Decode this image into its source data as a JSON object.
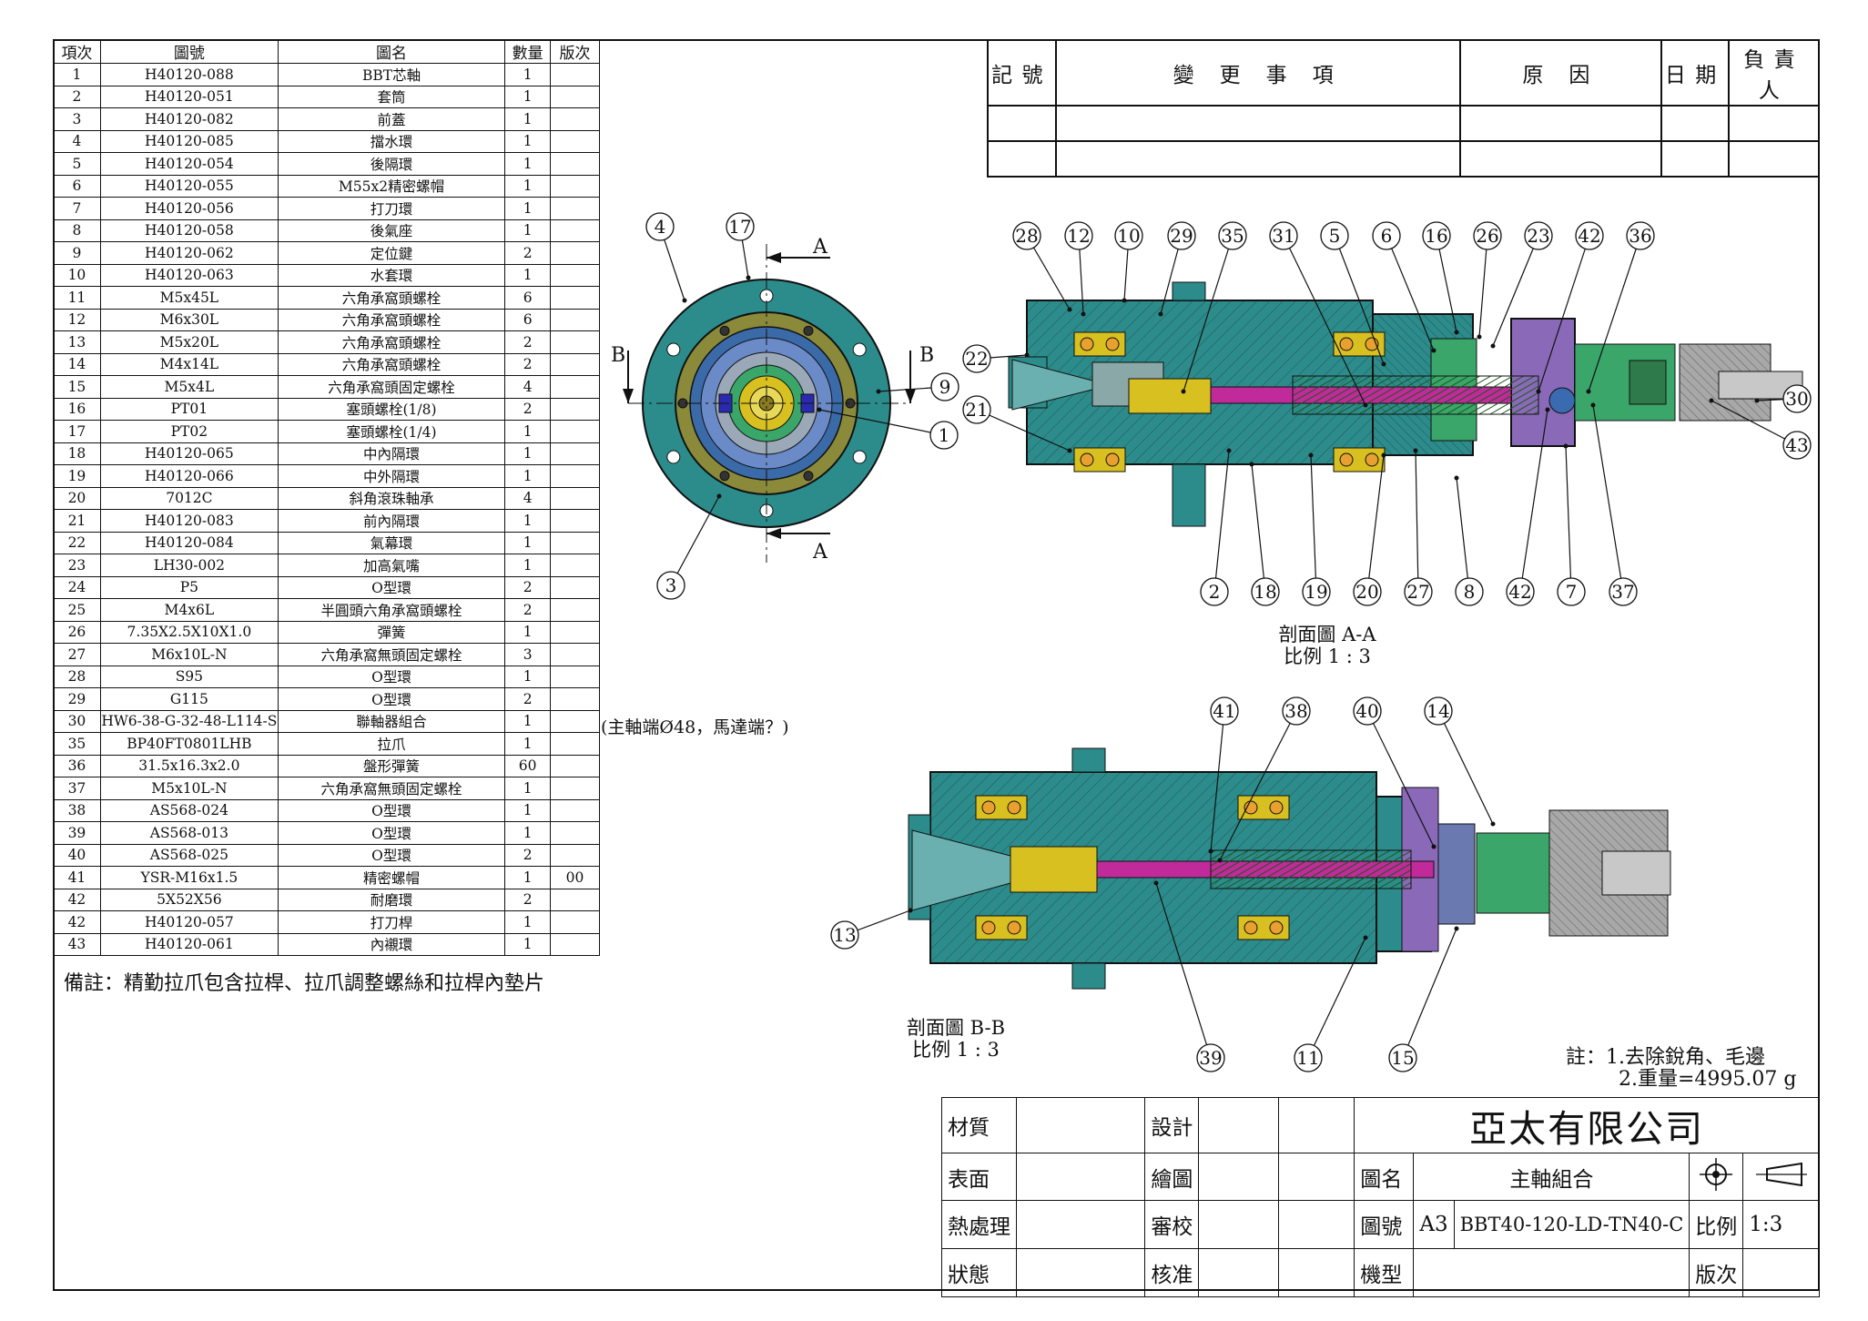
{
  "bom": {
    "headers": [
      "項次",
      "圖號",
      "圖名",
      "數量",
      "版次"
    ],
    "rows": [
      [
        "1",
        "H40120-088",
        "BBT芯軸",
        "1",
        ""
      ],
      [
        "2",
        "H40120-051",
        "套筒",
        "1",
        ""
      ],
      [
        "3",
        "H40120-082",
        "前蓋",
        "1",
        ""
      ],
      [
        "4",
        "H40120-085",
        "擋水環",
        "1",
        ""
      ],
      [
        "5",
        "H40120-054",
        "後隔環",
        "1",
        ""
      ],
      [
        "6",
        "H40120-055",
        "M55x2精密螺帽",
        "1",
        ""
      ],
      [
        "7",
        "H40120-056",
        "打刀環",
        "1",
        ""
      ],
      [
        "8",
        "H40120-058",
        "後氣座",
        "1",
        ""
      ],
      [
        "9",
        "H40120-062",
        "定位鍵",
        "2",
        ""
      ],
      [
        "10",
        "H40120-063",
        "水套環",
        "1",
        ""
      ],
      [
        "11",
        "M5x45L",
        "六角承窩頭螺栓",
        "6",
        ""
      ],
      [
        "12",
        "M6x30L",
        "六角承窩頭螺栓",
        "6",
        ""
      ],
      [
        "13",
        "M5x20L",
        "六角承窩頭螺栓",
        "2",
        ""
      ],
      [
        "14",
        "M4x14L",
        "六角承窩頭螺栓",
        "2",
        ""
      ],
      [
        "15",
        "M5x4L",
        "六角承窩頭固定螺栓",
        "4",
        ""
      ],
      [
        "16",
        "PT01",
        "塞頭螺栓(1/8)",
        "2",
        ""
      ],
      [
        "17",
        "PT02",
        "塞頭螺栓(1/4)",
        "1",
        ""
      ],
      [
        "18",
        "H40120-065",
        "中內隔環",
        "1",
        ""
      ],
      [
        "19",
        "H40120-066",
        "中外隔環",
        "1",
        ""
      ],
      [
        "20",
        "7012C",
        "斜角滾珠軸承",
        "4",
        ""
      ],
      [
        "21",
        "H40120-083",
        "前內隔環",
        "1",
        ""
      ],
      [
        "22",
        "H40120-084",
        "氣幕環",
        "1",
        ""
      ],
      [
        "23",
        "LH30-002",
        "加高氣嘴",
        "1",
        ""
      ],
      [
        "24",
        "P5",
        "O型環",
        "2",
        ""
      ],
      [
        "25",
        "M4x6L",
        "半圓頭六角承窩頭螺栓",
        "2",
        ""
      ],
      [
        "26",
        "7.35X2.5X10X1.0",
        "彈簧",
        "1",
        ""
      ],
      [
        "27",
        "M6x10L-N",
        "六角承窩無頭固定螺栓",
        "3",
        ""
      ],
      [
        "28",
        "S95",
        "O型環",
        "1",
        ""
      ],
      [
        "29",
        "G115",
        "O型環",
        "2",
        ""
      ],
      [
        "30",
        "HW6-38-G-32-48-L114-S",
        "聯軸器組合",
        "1",
        ""
      ],
      [
        "35",
        "BP40FT0801LHB",
        "拉爪",
        "1",
        ""
      ],
      [
        "36",
        "31.5x16.3x2.0",
        "盤形彈簧",
        "60",
        ""
      ],
      [
        "37",
        "M5x10L-N",
        "六角承窩無頭固定螺栓",
        "1",
        ""
      ],
      [
        "38",
        "AS568-024",
        "O型環",
        "1",
        ""
      ],
      [
        "39",
        "AS568-013",
        "O型環",
        "1",
        ""
      ],
      [
        "40",
        "AS568-025",
        "O型環",
        "2",
        ""
      ],
      [
        "41",
        "YSR-M16x1.5",
        "精密螺帽",
        "1",
        "00"
      ],
      [
        "42",
        "5X52X56",
        "耐磨環",
        "2",
        ""
      ],
      [
        "42",
        "H40120-057",
        "打刀桿",
        "1",
        ""
      ],
      [
        "43",
        "H40120-061",
        "內襯環",
        "1",
        ""
      ]
    ]
  },
  "remark": "備註：精勤拉爪包含拉桿、拉爪調整螺絲和拉桿內墊片",
  "side_note": "(主軸端Ø48，馬達端？)",
  "revision": {
    "headers": [
      "記號",
      "變 更 事 項",
      "原 因",
      "日期",
      "負責人"
    ]
  },
  "section_a": {
    "title": "剖面圖 A-A",
    "scale": "比例 1 : 3"
  },
  "section_b": {
    "title": "剖面圖 B-B",
    "scale": "比例 1 : 3"
  },
  "cut_letters": {
    "a": "A",
    "b": "B"
  },
  "balloons": {
    "front": [
      "4",
      "17",
      "9",
      "1",
      "3"
    ],
    "aa_top": [
      "28",
      "12",
      "10",
      "29",
      "35",
      "31",
      "5",
      "6",
      "16",
      "26",
      "23",
      "42",
      "36"
    ],
    "aa_left": [
      "22",
      "21"
    ],
    "aa_right": [
      "30",
      "43"
    ],
    "aa_bottom": [
      "2",
      "18",
      "19",
      "20",
      "27",
      "8",
      "42",
      "7",
      "37"
    ],
    "bb_top": [
      "41",
      "38",
      "40",
      "14"
    ],
    "bb_left": [
      "13"
    ],
    "bb_bottom": [
      "39",
      "11",
      "15"
    ]
  },
  "notes": {
    "line1": "註：1.去除銳角、毛邊",
    "line2": "2.重量=4995.07 g"
  },
  "title_block": {
    "material": "材質",
    "surface": "表面",
    "heat": "熱處理",
    "state": "狀態",
    "design": "設計",
    "drawn": "繪圖",
    "check": "審校",
    "approve": "核准",
    "company": "亞太有限公司",
    "name_label": "圖名",
    "name_value": "主軸組合",
    "no_label": "圖號",
    "size": "A3",
    "no_value": "BBT40-120-LD-TN40-C",
    "scale_label": "比例",
    "scale_value": "1:3",
    "model_label": "機型",
    "rev_label": "版次"
  },
  "colors": {
    "teal": "#2c8c8c",
    "green": "#3aa66a",
    "yellow": "#d8c020",
    "magenta": "#c02a9a",
    "purple": "#8a6ab8",
    "gray": "#a8a8a8",
    "olive": "#8a8a3a",
    "blue": "#2a4ab0"
  }
}
